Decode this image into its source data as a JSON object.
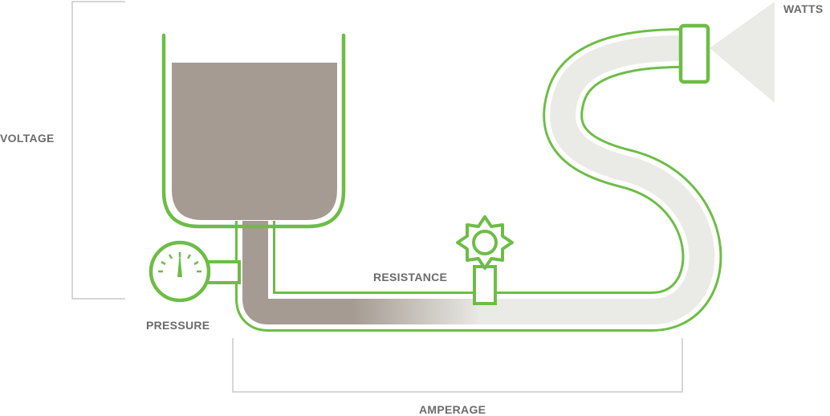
{
  "labels": {
    "voltage": "VOLTAGE",
    "watts": "WATTS",
    "resistance": "RESISTANCE",
    "pressure": "PRESSURE",
    "amperage": "AMPERAGE"
  },
  "colors": {
    "outline_green": "#6dbd45",
    "water_brown": "#a59b92",
    "pipe_light": "#eaeae6",
    "bracket_gray": "#c8c8c8",
    "label_gray": "#6b6b6b"
  }
}
